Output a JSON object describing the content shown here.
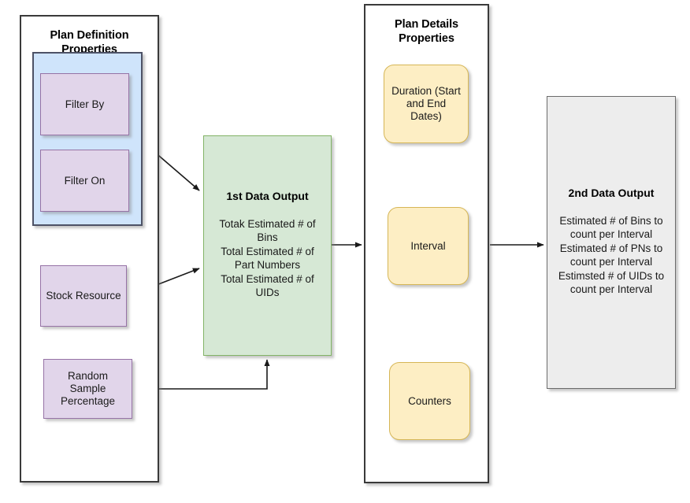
{
  "diagram": {
    "title_bar": "",
    "groups": [
      {
        "id": "plan-definition",
        "title": "Plan Definition Properties",
        "title_lines": [
          "Plan Definition",
          "Properties"
        ]
      },
      {
        "id": "plan-details",
        "title": "Plan Details Properties",
        "title_lines": [
          "Plan Details",
          "Properties"
        ]
      }
    ],
    "filter_group": {
      "items": [
        {
          "label": "Filter By"
        },
        {
          "label": "Filter On"
        }
      ]
    },
    "definition_inputs": [
      {
        "label": "Stock Resource"
      },
      {
        "label": "Random Sample Percentage",
        "lines": [
          "Random",
          "Sample",
          "Percentage"
        ]
      }
    ],
    "first_output": {
      "title": "1st Data Output",
      "lines": [
        "Totak Estimated # of",
        "Bins",
        "Total Estimated # of",
        "Part Numbers",
        "Total Estimated # of",
        "UIDs"
      ]
    },
    "detail_items": [
      {
        "label": "Duration (Start and End Dates)",
        "lines": [
          "Duration (Start",
          "and End",
          "Dates)"
        ]
      },
      {
        "label": "Interval",
        "lines": [
          "Interval"
        ]
      },
      {
        "label": "Counters",
        "lines": [
          "Counters"
        ]
      }
    ],
    "second_output": {
      "title": "2nd Data Output",
      "lines": [
        "Estimated # of Bins to",
        "count per Interval",
        "Estimated # of PNs to",
        "count per Interval",
        "Estimsted # of UIDs to",
        "count per Interval"
      ]
    },
    "connectors": [
      {
        "id": "filters-to-first-output",
        "from": "filter-group",
        "to": "first-output",
        "style": "diagonal-arrow"
      },
      {
        "id": "stock-resource-to-first-output",
        "from": "stock-resource",
        "to": "first-output",
        "style": "diagonal-arrow"
      },
      {
        "id": "random-sample-to-first-output",
        "from": "random-sample-percentage",
        "to": "first-output",
        "style": "orthogonal-arrow"
      },
      {
        "id": "first-output-to-plan-details",
        "from": "first-output",
        "to": "plan-details",
        "style": "straight-arrow"
      },
      {
        "id": "plan-details-to-second-output",
        "from": "plan-details",
        "to": "second-output",
        "style": "straight-arrow"
      }
    ],
    "colors": {
      "purple_fill": "#e1d5ea",
      "purple_stroke": "#9673a6",
      "blue_fill": "#cfe4fb",
      "blue_stroke": "#4d5266",
      "green_fill": "#d6e8d5",
      "green_stroke": "#82b366",
      "yellow_fill": "#fdeec4",
      "yellow_stroke": "#d6b656",
      "gray_fill": "#ededed",
      "gray_stroke": "#6b6b6b",
      "container_stroke": "#3a3a3a",
      "edge_stroke": "#1a1a1a",
      "background": "#ffffff"
    }
  }
}
